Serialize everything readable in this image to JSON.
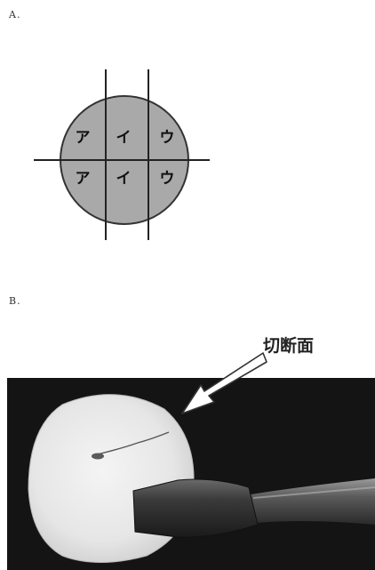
{
  "panels": {
    "a": {
      "label": "A."
    },
    "b": {
      "label": "B."
    }
  },
  "diagram": {
    "sections": {
      "top_left": "ア",
      "top_middle": "イ",
      "top_right": "ウ",
      "bottom_left": "ア",
      "bottom_middle": "イ",
      "bottom_right": "ウ"
    },
    "fill_color": "#aaaaaa"
  },
  "photo": {
    "callout_label": "切断面"
  }
}
